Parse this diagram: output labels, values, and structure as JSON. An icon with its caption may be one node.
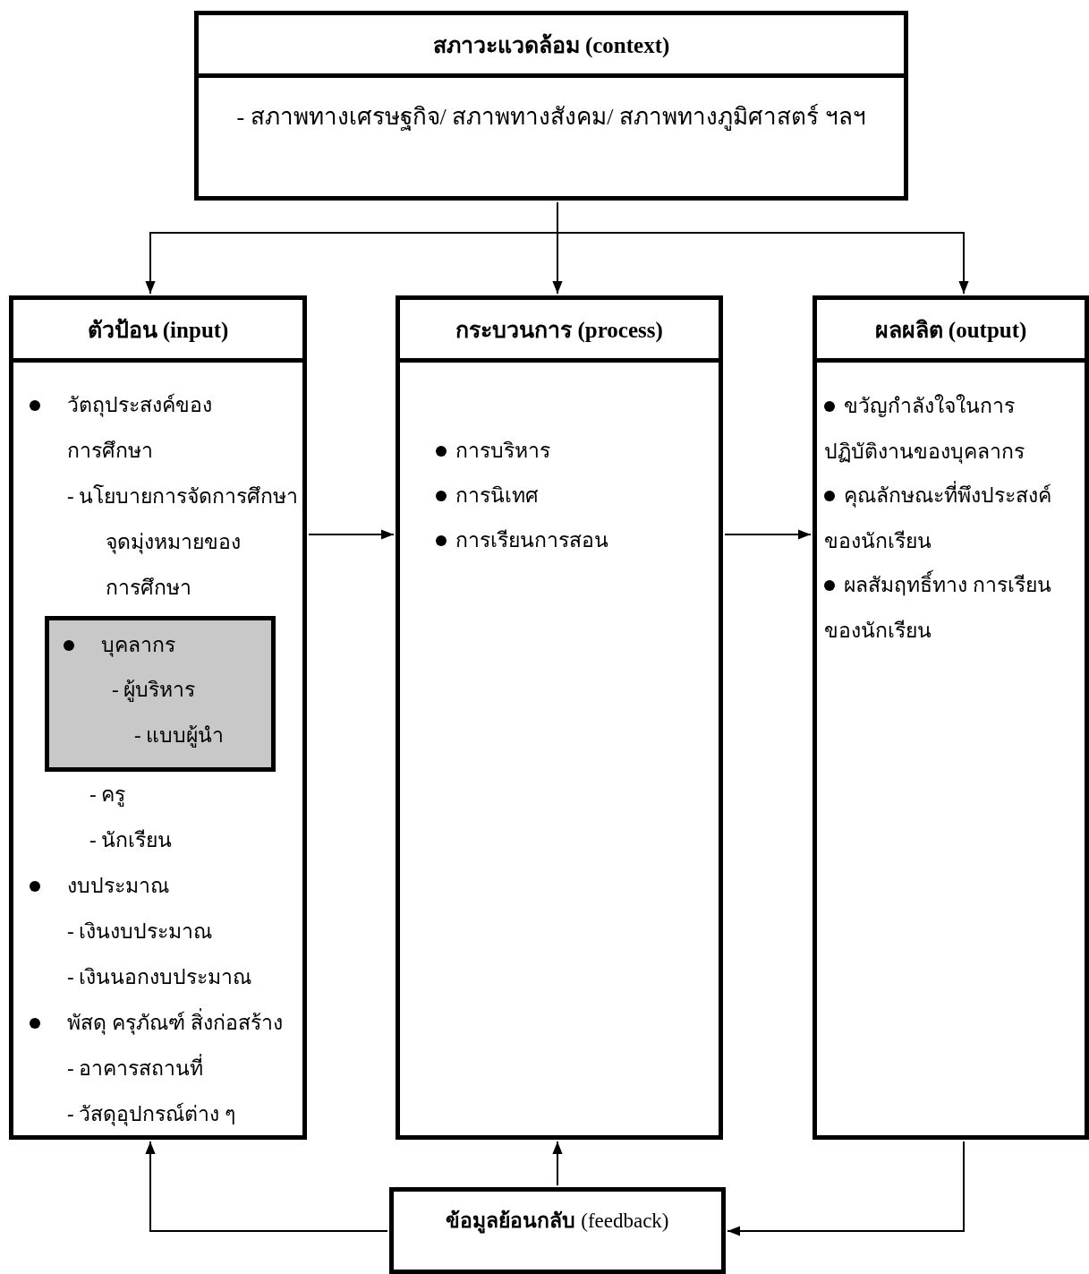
{
  "diagram": {
    "nodes": [
      {
        "text": [
          "สภาวะแวดล้อม (context)",
          "- สภาพทางเศรษฐกิจ/ สภาพทางสังคม/ สภาพทางภูมิศาสตร์ ฯลฯ"
        ]
      },
      {
        "text": [
          "ตัวป้อน (input)",
          "วัตถุประสงค์ของการศึกษา",
          "- นโยบายการจัดการศึกษา",
          "จุดมุ่งหมายของการศึกษา",
          "- ครู",
          "- นักเรียน",
          "งบประมาณ",
          "- เงินงบประมาณ",
          "- เงินนอกงบประมาณ",
          "พัสดุ ครุภัณฑ์ สิ่งก่อสร้าง",
          "- อาคารสถานที่",
          "- วัสดุอุปกรณ์ต่าง ๆ"
        ]
      },
      {
        "text": [
          "บุคลากร",
          "- ผู้บริหาร",
          "- แบบผู้นำ"
        ],
        "in": 1
      },
      {
        "text": [
          "กระบวนการ (process)",
          "การบริหาร",
          "การนิเทศ",
          "การเรียนการสอน"
        ]
      },
      {
        "text": [
          "ผลผลิต (output)",
          "ขวัญกำลังใจในการปฏิบัติงานของบุคลากร",
          "คุณลักษณะที่พึงประสงค์ของนักเรียน",
          "ผลสัมฤทธิ์ทาง การเรียนของนักเรียน"
        ]
      },
      {
        "text": [
          "**ข้อมูลย้อนกลับ** (feedback)"
        ]
      }
    ],
    "edges": [
      {
        "from": 0,
        "to": 1,
        "arrow": "to"
      },
      {
        "from": 0,
        "to": 3,
        "arrow": "to"
      },
      {
        "from": 0,
        "to": 4,
        "arrow": "to"
      },
      {
        "from": 1,
        "to": 3,
        "arrow": "to"
      },
      {
        "from": 3,
        "to": 4,
        "arrow": "to"
      },
      {
        "from": 4,
        "to": 5,
        "arrow": "to"
      },
      {
        "from": 5,
        "to": 1,
        "arrow": "to"
      },
      {
        "from": 5,
        "to": 3,
        "arrow": "to"
      }
    ]
  }
}
